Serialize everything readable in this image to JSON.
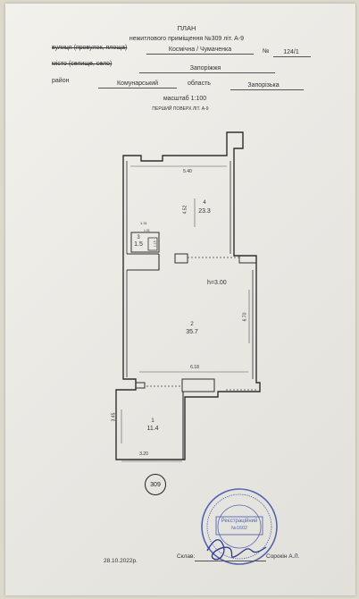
{
  "header": {
    "title": "ПЛАН",
    "subtitle": "нежитлового приміщення №309 літ. А-9",
    "street_label": "вулиця (провулок, площа)",
    "street_value": "Космічна / Чумаченка",
    "number_label": "№",
    "number_value": "124/1",
    "city_label": "місто (селище, село)",
    "city_value": "Запоріжжя",
    "district_label": "район",
    "district_value": "Комунарський",
    "region_label": "область",
    "region_value": "Запорізька",
    "scale": "масштаб 1:100",
    "floor": "ПЕРШИЙ ПОВЕРХ ЛІТ. А-9"
  },
  "plan": {
    "height_note": "h=3.00",
    "room_badge": "309",
    "dimensions": {
      "top_width": "5.40",
      "room4_height": "4.52",
      "side_height": "6.70",
      "mid_width": "6.18",
      "room1_height": "3.45",
      "bottom_width": "3.20",
      "closet_width": "1.31",
      "closet_inner": "1.31",
      "closet_side": "1.15"
    },
    "rooms": [
      {
        "number": "4",
        "area": "23.3"
      },
      {
        "number": "3",
        "area": "1.5"
      },
      {
        "number": "2",
        "area": "35.7"
      },
      {
        "number": "1",
        "area": "11.4"
      }
    ]
  },
  "footer": {
    "date": "28.10.2022р.",
    "drafted_label": "Склав:",
    "drafter_name": "Сорокін А.Л."
  },
  "stamp": {
    "center_text_1": "Реєстраційний",
    "center_text_2": "№1602"
  },
  "colors": {
    "ink": "#333333",
    "stamp": "#3b4fa8"
  }
}
